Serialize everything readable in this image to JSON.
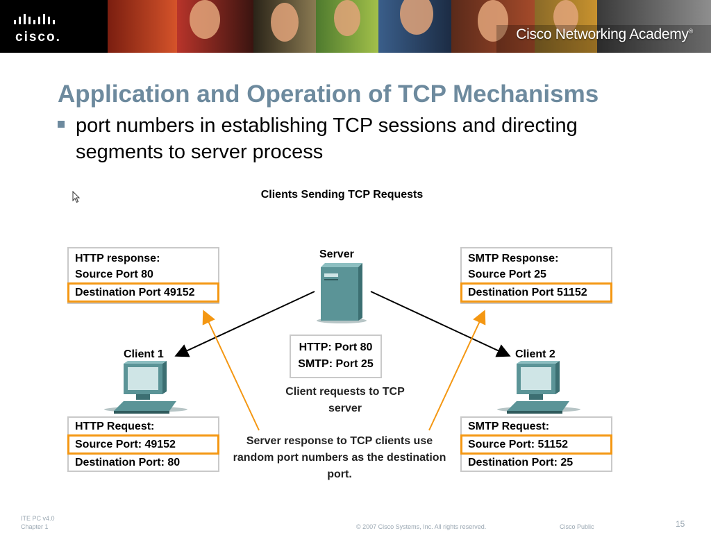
{
  "banner": {
    "logo_text": "cisco.",
    "academy_text": "Cisco Networking Academy",
    "academy_mark": "®"
  },
  "slide": {
    "title": "Application and Operation of TCP Mechanisms",
    "bullet": "port numbers in establishing TCP sessions  and directing segments to server process"
  },
  "diagram": {
    "title": "Clients Sending TCP Requests",
    "server_label": "Server",
    "client1_label": "Client 1",
    "client2_label": "Client 2",
    "http_response": {
      "heading": "HTTP response:",
      "source": "Source Port 80",
      "destination": "Destination Port 49152"
    },
    "smtp_response": {
      "heading": "SMTP Response:",
      "source": "Source Port 25",
      "destination": "Destination Port 51152"
    },
    "server_ports": {
      "http": "HTTP: Port 80",
      "smtp": "SMTP: Port 25"
    },
    "request_note": "Client requests to TCP server",
    "http_request": {
      "heading": "HTTP Request:",
      "source": "Source Port: 49152",
      "destination": "Destination Port: 80"
    },
    "smtp_request": {
      "heading": "SMTP Request:",
      "source": "Source Port: 51152",
      "destination": "Destination Port: 25"
    },
    "response_note": "Server response to TCP clients use random port numbers as the destination port.",
    "colors": {
      "highlight": "#f49712",
      "box_border": "#c9c9c9",
      "device": "#5b9497",
      "title": "#6d8a9e"
    }
  },
  "footer": {
    "course": "ITE PC v4.0",
    "chapter": "Chapter 1",
    "copyright": "© 2007 Cisco Systems, Inc. All rights reserved.",
    "classification": "Cisco Public",
    "page": "15"
  }
}
